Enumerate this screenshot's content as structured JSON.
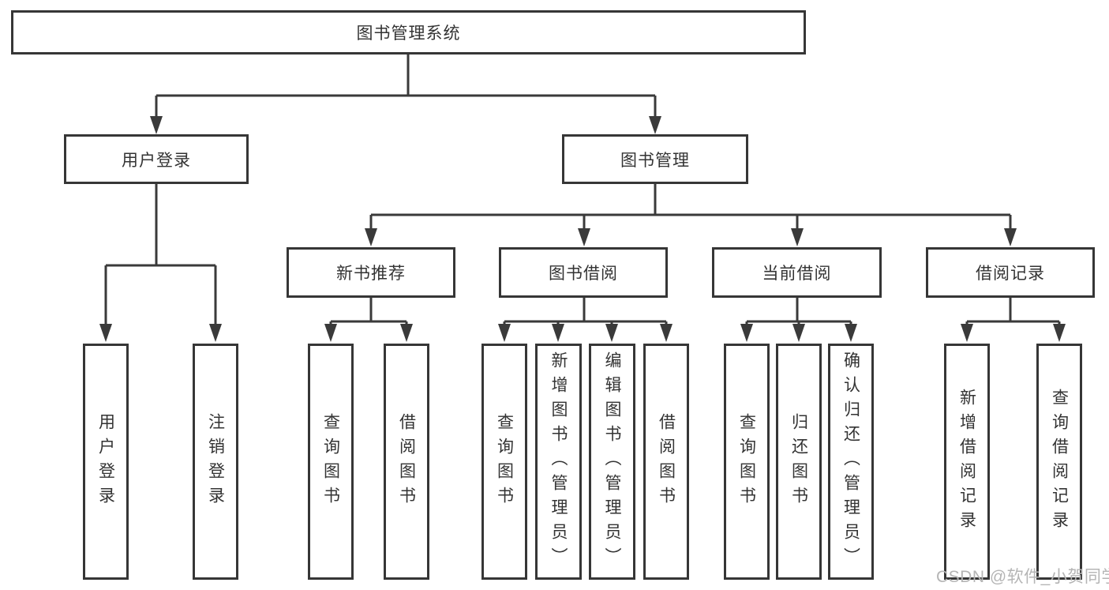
{
  "tree": {
    "label": "图书管理系统",
    "children": [
      {
        "label": "用户登录",
        "children": [
          {
            "label": "用户登录"
          },
          {
            "label": "注销登录"
          }
        ]
      },
      {
        "label": "图书管理",
        "children": [
          {
            "label": "新书推荐",
            "children": [
              {
                "label": "查询图书"
              },
              {
                "label": "借阅图书"
              }
            ]
          },
          {
            "label": "图书借阅",
            "children": [
              {
                "label": "查询图书"
              },
              {
                "label": "新增图书（管理员）"
              },
              {
                "label": "编辑图书（管理员）"
              },
              {
                "label": "借阅图书"
              }
            ]
          },
          {
            "label": "当前借阅",
            "children": [
              {
                "label": "查询图书"
              },
              {
                "label": "归还图书"
              },
              {
                "label": "确认归还（管理员）"
              }
            ]
          },
          {
            "label": "借阅记录",
            "children": [
              {
                "label": "新增借阅记录"
              },
              {
                "label": "查询借阅记录"
              }
            ]
          }
        ]
      }
    ]
  },
  "watermark": {
    "text": "CSDN @软件_小贺同学"
  },
  "colors": {
    "line": "#3a3a3a",
    "box_border": "#363636",
    "text": "#333333",
    "watermark_text": "#b5b5b5",
    "background": "#ffffff"
  }
}
